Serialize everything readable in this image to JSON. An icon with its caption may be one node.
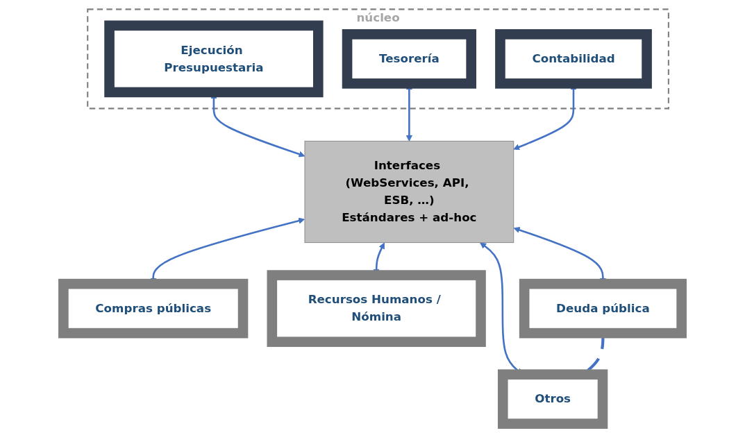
{
  "diagram": {
    "nodes": [
      {
        "text": [
          "núcleo"
        ]
      },
      {
        "text": [
          "Ejecución Presupuestaria"
        ],
        "in": 0
      },
      {
        "text": [
          "Tesorería"
        ],
        "in": 0
      },
      {
        "text": [
          "Contabilidad"
        ],
        "in": 0
      },
      {
        "text": [
          "Interfaces (WebServices, API, ESB, …)",
          "Estándares + ad-hoc"
        ]
      },
      {
        "text": [
          "Compras públicas"
        ]
      },
      {
        "text": [
          "Recursos Humanos / Nómina"
        ]
      },
      {
        "text": [
          "Deuda pública"
        ]
      },
      {
        "text": [
          "Otros"
        ]
      }
    ],
    "edges": [
      {
        "from": 1,
        "to": 4,
        "arrow": "both"
      },
      {
        "from": 2,
        "to": 4,
        "arrow": "both"
      },
      {
        "from": 3,
        "to": 4,
        "arrow": "both"
      },
      {
        "from": 4,
        "to": 5,
        "arrow": "both"
      },
      {
        "from": 4,
        "to": 6,
        "arrow": "both"
      },
      {
        "from": 4,
        "to": 7,
        "arrow": "both"
      },
      {
        "from": 4,
        "to": 8,
        "arrow": "both"
      },
      {
        "from": 7,
        "to": 8,
        "arrow": "none",
        "style": "dashed"
      }
    ]
  }
}
